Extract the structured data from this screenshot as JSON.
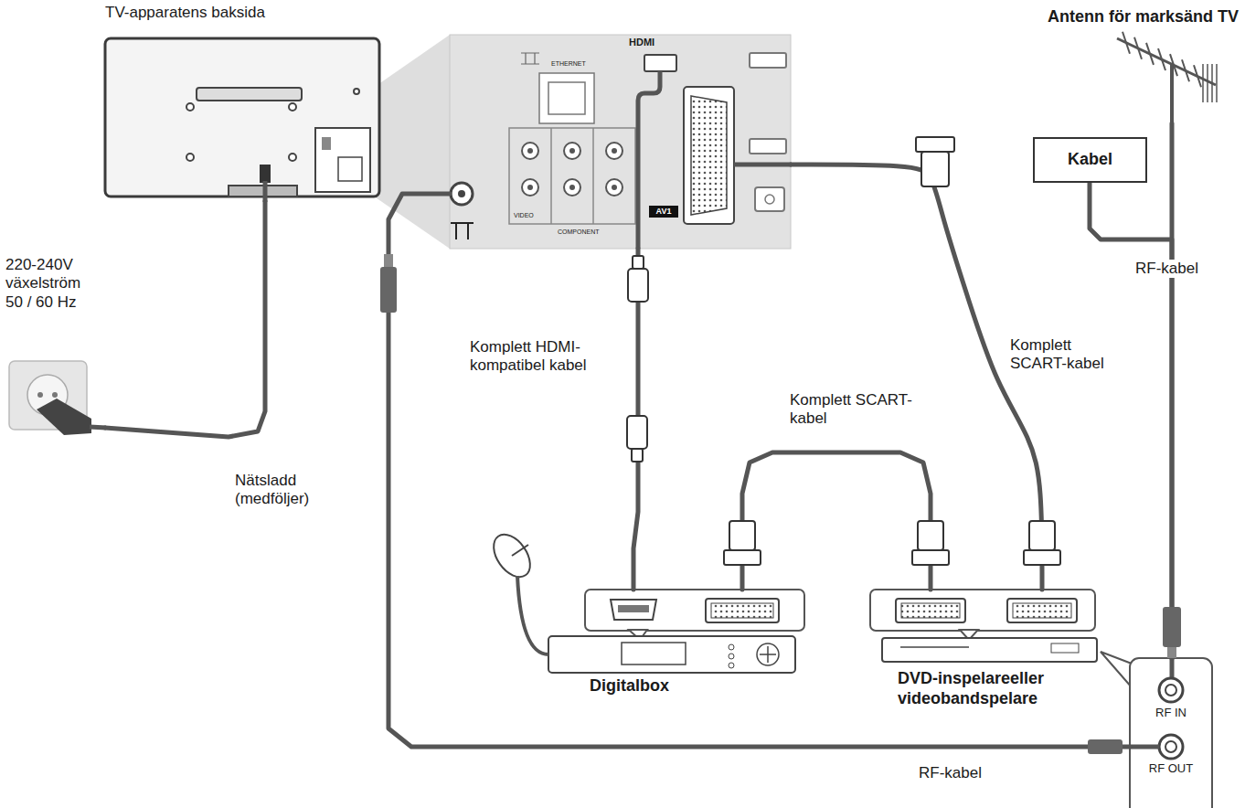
{
  "diagram": {
    "nodes": [
      {
        "text": [
          "TV-apparatens baksida"
        ]
      },
      {
        "text": [
          "ETHERNET",
          "HDMI",
          "AV1",
          "VIDEO",
          "COMPONENT"
        ]
      },
      {
        "text": [
          "Antenn för marksänd TV"
        ]
      },
      {
        "text": [
          "Kabel"
        ]
      },
      {
        "text": [
          "220-240V växelström 50 / 60 Hz"
        ]
      },
      {
        "text": [
          "Digitalbox"
        ]
      },
      {
        "text": [
          "DVD-inspelareeller videobandspelare"
        ]
      },
      {
        "text": [
          "RF IN",
          "RF OUT"
        ]
      }
    ],
    "edges": [
      {
        "from": 1,
        "to": 5,
        "arrow": "none",
        "label": "Komplett HDMI- kompatibel kabel"
      },
      {
        "from": 5,
        "to": 6,
        "arrow": "none",
        "label": "Komplett SCART- kabel"
      },
      {
        "from": 1,
        "to": 6,
        "arrow": "none",
        "label": "Komplett SCART-kabel"
      },
      {
        "from": 2,
        "to": 7,
        "arrow": "none",
        "label": "RF-kabel"
      },
      {
        "from": 3,
        "to": 7,
        "arrow": "none"
      },
      {
        "from": 7,
        "to": 1,
        "arrow": "none",
        "label": "RF-kabel"
      },
      {
        "from": 4,
        "to": 0,
        "arrow": "none",
        "label": "Nätsladd (medföljer)"
      }
    ]
  }
}
